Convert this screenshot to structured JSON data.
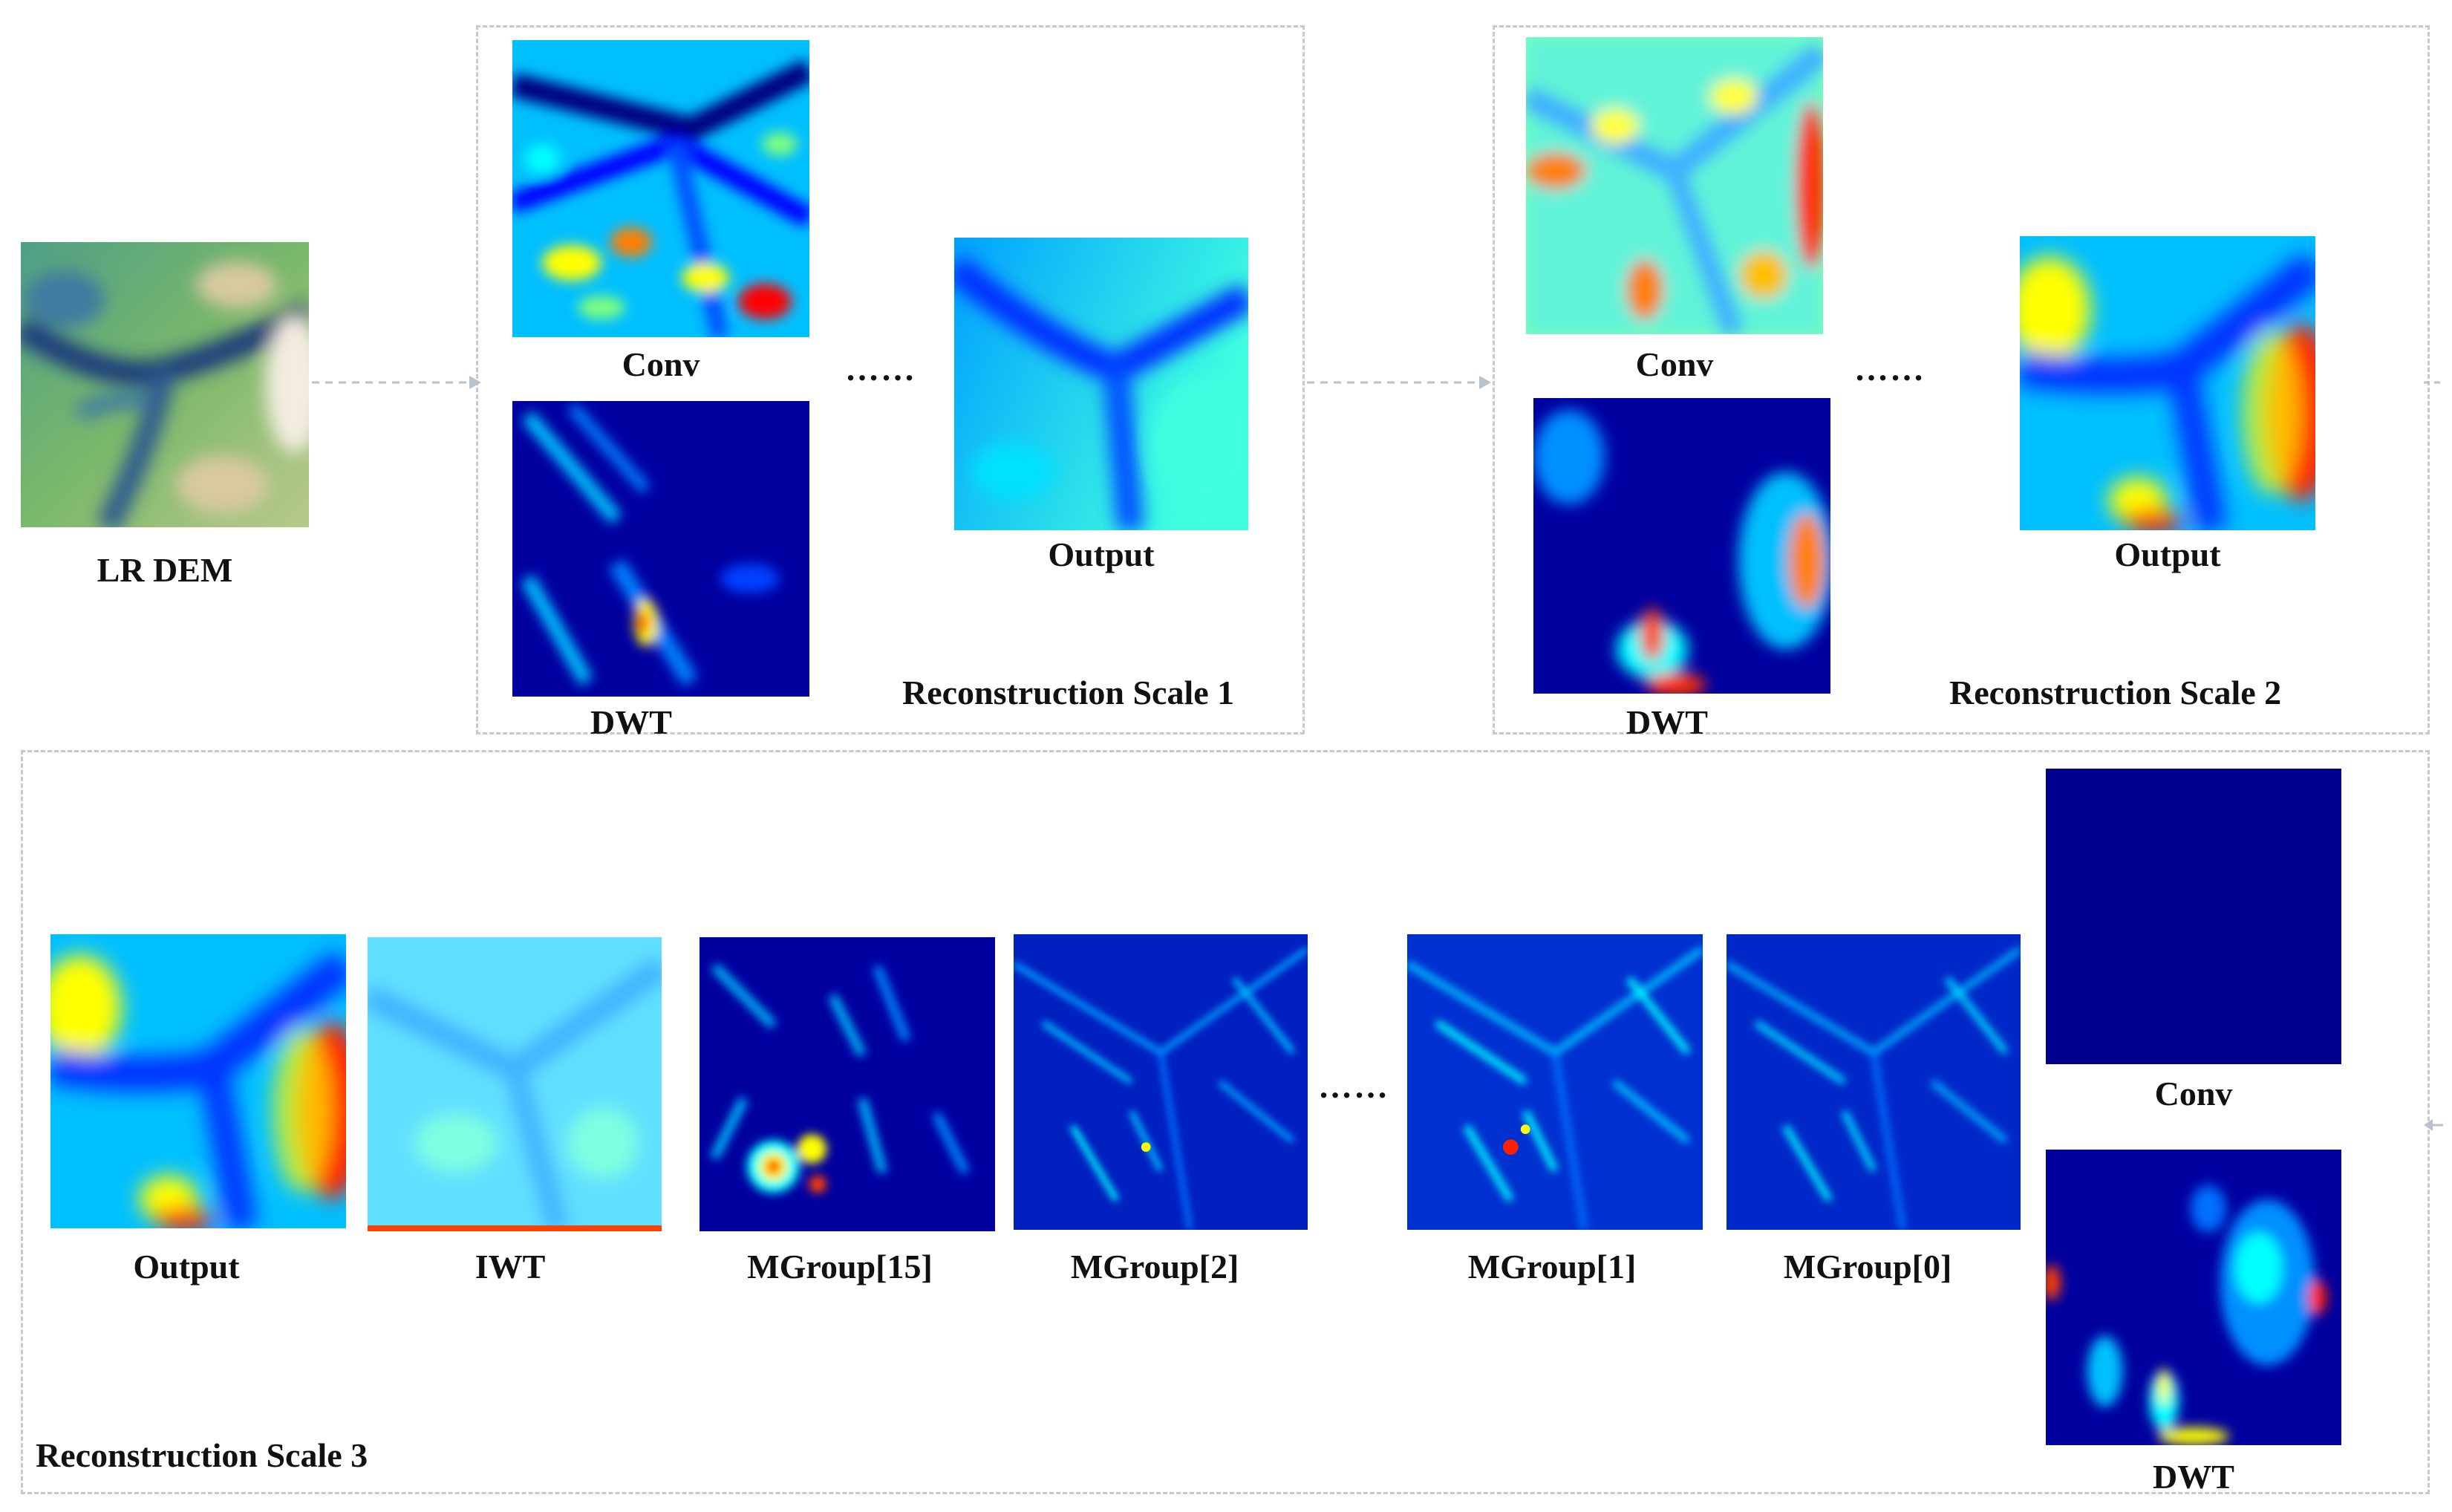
{
  "colors": {
    "jet": [
      "#00007f",
      "#0000ff",
      "#007fff",
      "#00ffff",
      "#7fff7f",
      "#ffff00",
      "#ff7f00",
      "#ff0000",
      "#7f0000"
    ],
    "terrain": [
      "#1f3d7a",
      "#3f7aa0",
      "#4f9f86",
      "#7ab86a",
      "#b9c98a",
      "#d9c9a0",
      "#f3ece0"
    ],
    "panel_border": "#c7c9cc",
    "arrow": "#b8c2cc"
  },
  "input": {
    "label": "LR DEM",
    "icon": "terrain-dem-image"
  },
  "scale1": {
    "title": "Reconstruction Scale 1",
    "conv_label": "Conv",
    "dwt_label": "DWT",
    "output_label": "Output",
    "ellipsis": "……"
  },
  "scale2": {
    "title": "Reconstruction Scale 2",
    "conv_label": "Conv",
    "dwt_label": "DWT",
    "output_label": "Output",
    "ellipsis": "……"
  },
  "scale3": {
    "title": "Reconstruction Scale 3",
    "labels": {
      "output": "Output",
      "iwt": "IWT",
      "mgroup15": "MGroup[15]",
      "mgroup2": "MGroup[2]",
      "mgroup1": "MGroup[1]",
      "mgroup0": "MGroup[0]",
      "conv": "Conv",
      "dwt": "DWT"
    },
    "ellipsis": "……"
  }
}
